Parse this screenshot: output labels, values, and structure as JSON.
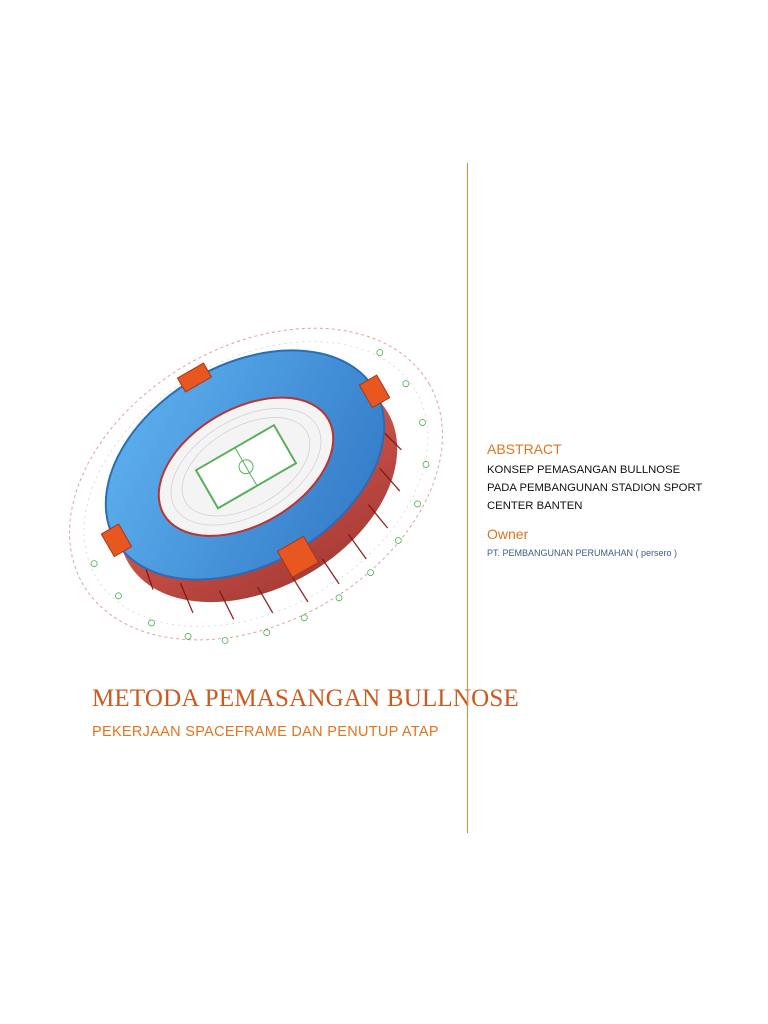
{
  "cover": {
    "title": "METODA PEMASANGAN BULLNOSE",
    "subtitle": "PEKERJAAN SPACEFRAME DAN PENUTUP ATAP"
  },
  "sidebar": {
    "abstract_label": "ABSTRACT",
    "abstract_text": "KONSEP PEMASANGAN BULLNOSE\nPADA PEMBANGUNAN STADION SPORT\nCENTER BANTEN",
    "owner_label": "Owner",
    "owner_text": "PT. PEMBANGUNAN PERUMAHAN ( persero )"
  },
  "illustration": {
    "icon": "stadium-bullnose-3d-illustration",
    "colors": {
      "roof": "#4a97e0",
      "roof_edge": "#2f76c4",
      "columns": "#d8322a",
      "bullnose_panels": "#e8571f",
      "pitch": "#58b05a"
    }
  },
  "colors": {
    "accent": "#e0741f",
    "title": "#cc5a1e",
    "divider": "#e8893a",
    "owner_text": "#3a5d88"
  }
}
